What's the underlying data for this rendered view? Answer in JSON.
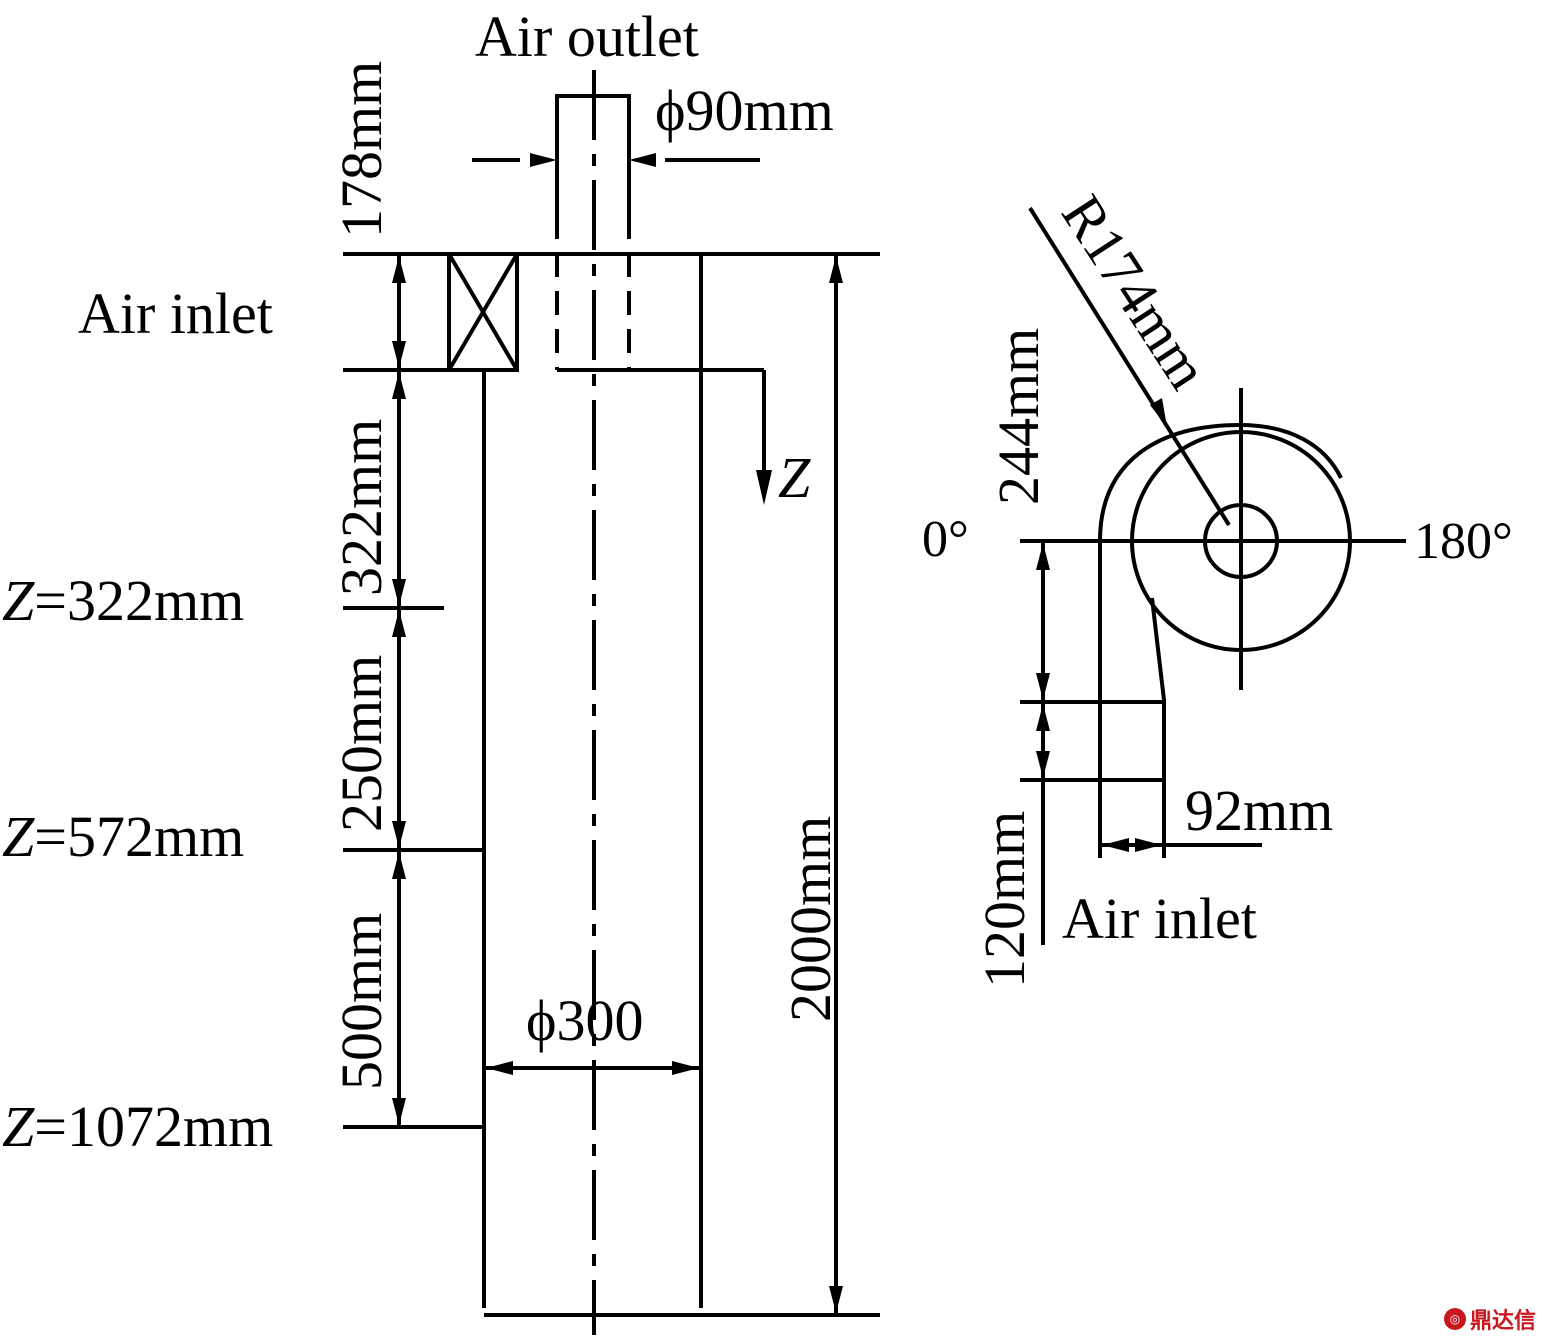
{
  "side_view": {
    "air_outlet": "Air outlet",
    "outlet_diameter": "ϕ90mm",
    "outlet_length": "178mm",
    "air_inlet": "Air inlet",
    "axis_label": "Z",
    "dim_322": "322mm",
    "dim_250": "250mm",
    "dim_500": "500mm",
    "dim_2000": "2000mm",
    "body_diameter": "ϕ300",
    "stations": [
      {
        "var": "Z",
        "value": "=322mm"
      },
      {
        "var": "Z",
        "value": "=572mm"
      },
      {
        "var": "Z",
        "value": "=1072mm"
      }
    ]
  },
  "top_view": {
    "radius": "R174mm",
    "dim_244": "244mm",
    "angle_0": "0°",
    "angle_180": "180°",
    "dim_92": "92mm",
    "dim_120": "120mm",
    "air_inlet": "Air inlet"
  },
  "watermark": "鼎达信"
}
